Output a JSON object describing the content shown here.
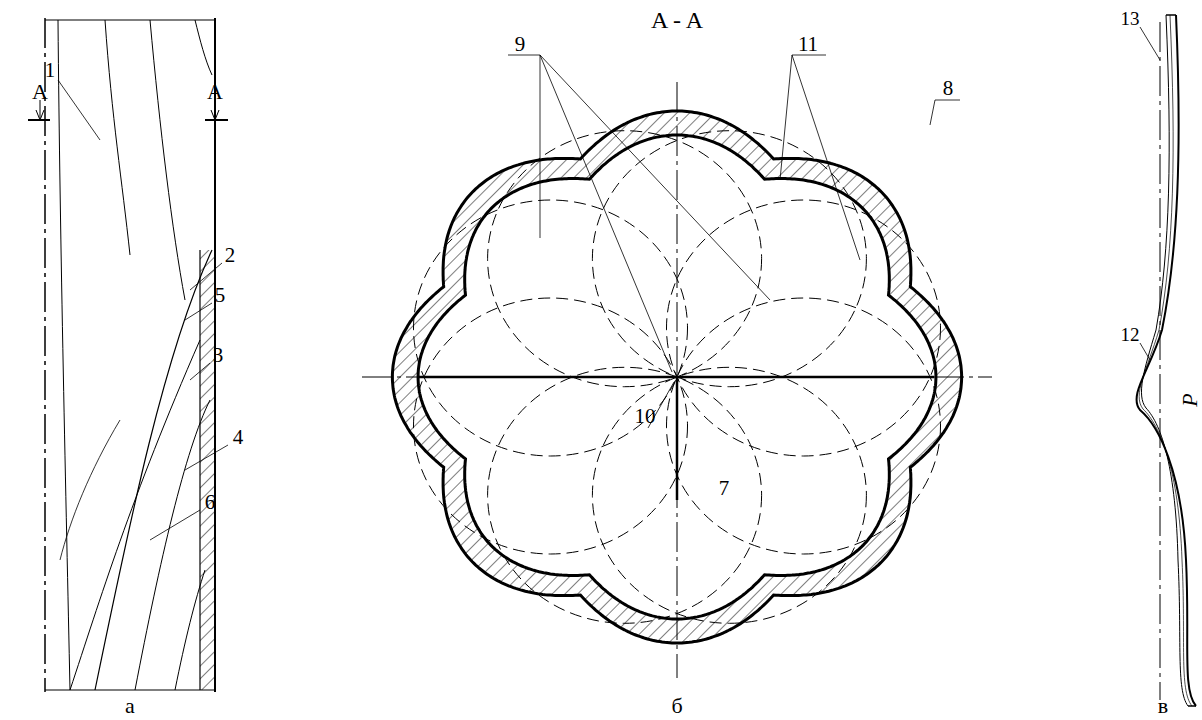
{
  "diagram": {
    "labels": [
      "A",
      "A",
      "A - A",
      "9",
      "11",
      "1",
      "2",
      "5",
      "3",
      "8",
      "10",
      "4",
      "6",
      "7",
      "13",
      "12",
      "P",
      "а",
      "б",
      "в"
    ]
  }
}
